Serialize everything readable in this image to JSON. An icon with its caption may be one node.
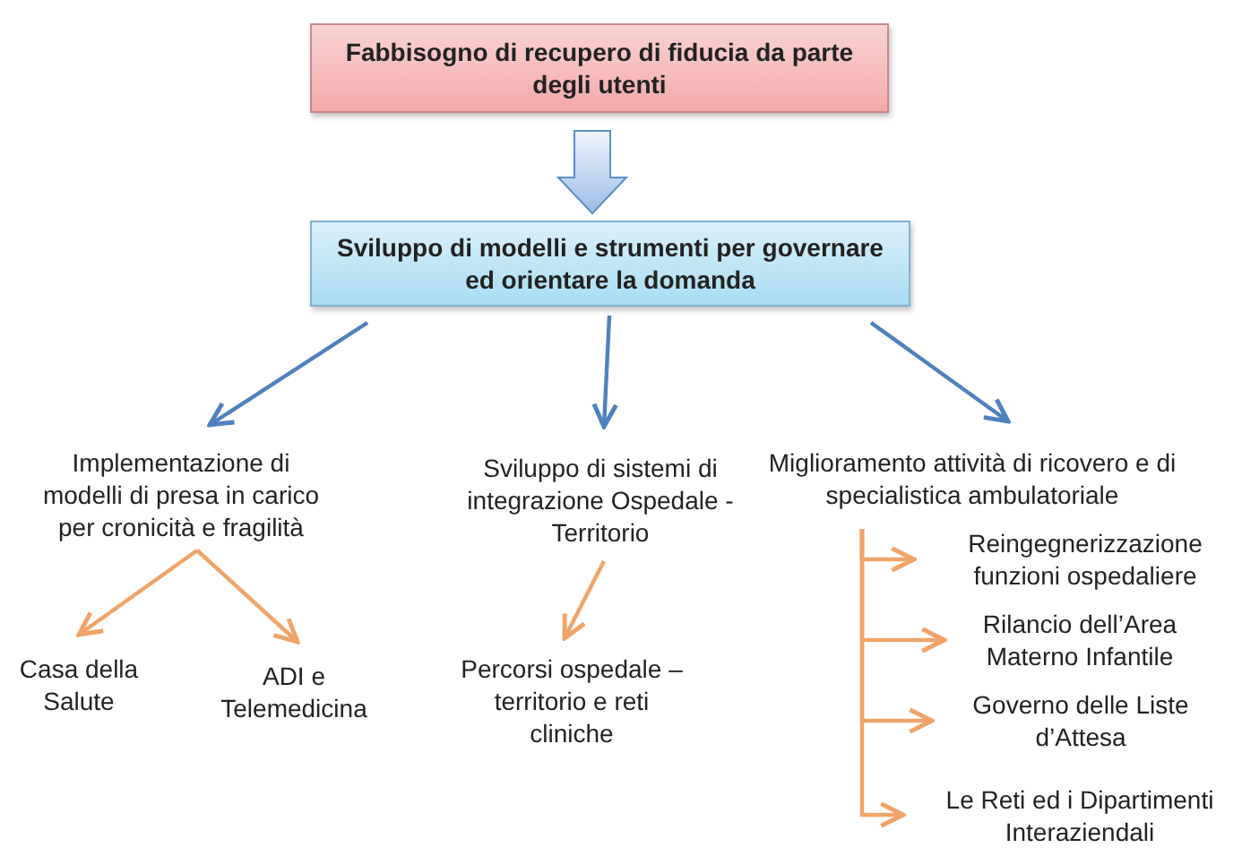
{
  "diagram": {
    "nodes": [
      {
        "text": [
          "Fabbisogno di recupero di fiducia da parte degli utenti"
        ]
      },
      {
        "text": [
          "Sviluppo di modelli e strumenti per governare ed orientare la domanda"
        ]
      },
      {
        "text": [
          "Implementazione di modelli di presa in carico per cronicità e fragilità"
        ]
      },
      {
        "text": [
          "Sviluppo di sistemi di integrazione Ospedale - Territorio"
        ]
      },
      {
        "text": [
          "Miglioramento attività di ricovero e di specialistica ambulatoriale"
        ]
      },
      {
        "text": [
          "Casa della Salute"
        ]
      },
      {
        "text": [
          "ADI e Telemedicina"
        ]
      },
      {
        "text": [
          "Percorsi ospedale – territorio e reti cliniche"
        ]
      },
      {
        "text": [
          "Reingegnerizzazione funzioni ospedaliere"
        ]
      },
      {
        "text": [
          "Rilancio dell’Area Materno Infantile"
        ]
      },
      {
        "text": [
          "Governo delle Liste d’Attesa"
        ]
      },
      {
        "text": [
          "Le Reti ed i Dipartimenti Interaziendali"
        ]
      }
    ],
    "edges": [
      {
        "from": 0,
        "to": 1,
        "arrow": "to",
        "style": "thick",
        "color": "#5b8fc9"
      },
      {
        "from": 1,
        "to": 2,
        "arrow": "to",
        "color": "#4f81bd"
      },
      {
        "from": 1,
        "to": 3,
        "arrow": "to",
        "color": "#4f81bd"
      },
      {
        "from": 1,
        "to": 4,
        "arrow": "to",
        "color": "#4f81bd"
      },
      {
        "from": 2,
        "to": 5,
        "arrow": "to",
        "color": "#f0a469"
      },
      {
        "from": 2,
        "to": 6,
        "arrow": "to",
        "color": "#f0a469"
      },
      {
        "from": 3,
        "to": 7,
        "arrow": "to",
        "color": "#f0a469"
      },
      {
        "from": 4,
        "to": 8,
        "arrow": "to",
        "color": "#f0a469"
      },
      {
        "from": 4,
        "to": 9,
        "arrow": "to",
        "color": "#f0a469"
      },
      {
        "from": 4,
        "to": 10,
        "arrow": "to",
        "color": "#f0a469"
      },
      {
        "from": 4,
        "to": 11,
        "arrow": "to",
        "color": "#f0a469"
      }
    ]
  }
}
